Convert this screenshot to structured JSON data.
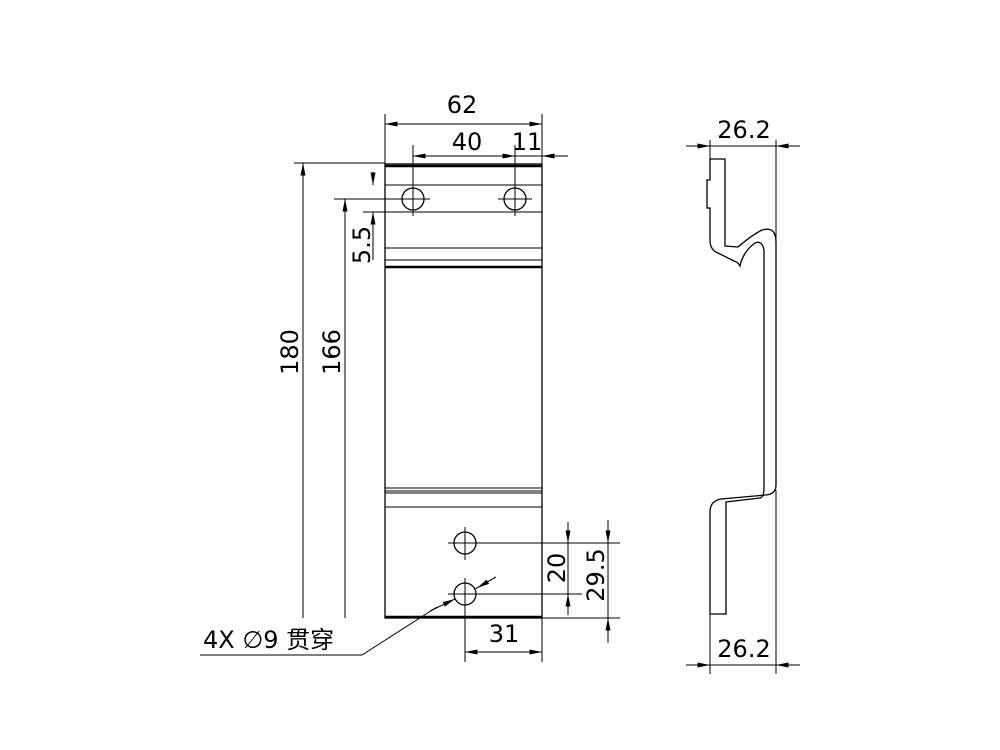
{
  "drawing": {
    "front_view": {
      "dim_width": "62",
      "dim_hole_spacing": "40",
      "dim_hole_edge": "11",
      "dim_total_height": "180",
      "dim_hole_height": "166",
      "dim_top_offset": "5.5",
      "dim_lower_hole_spacing": "20",
      "dim_lower_hole_height": "29.5",
      "dim_lower_hole_edge": "31",
      "hole_note": "4X ∅9 贯穿"
    },
    "side_view": {
      "dim_depth_top": "26.2",
      "dim_depth_bottom": "26.2"
    }
  }
}
